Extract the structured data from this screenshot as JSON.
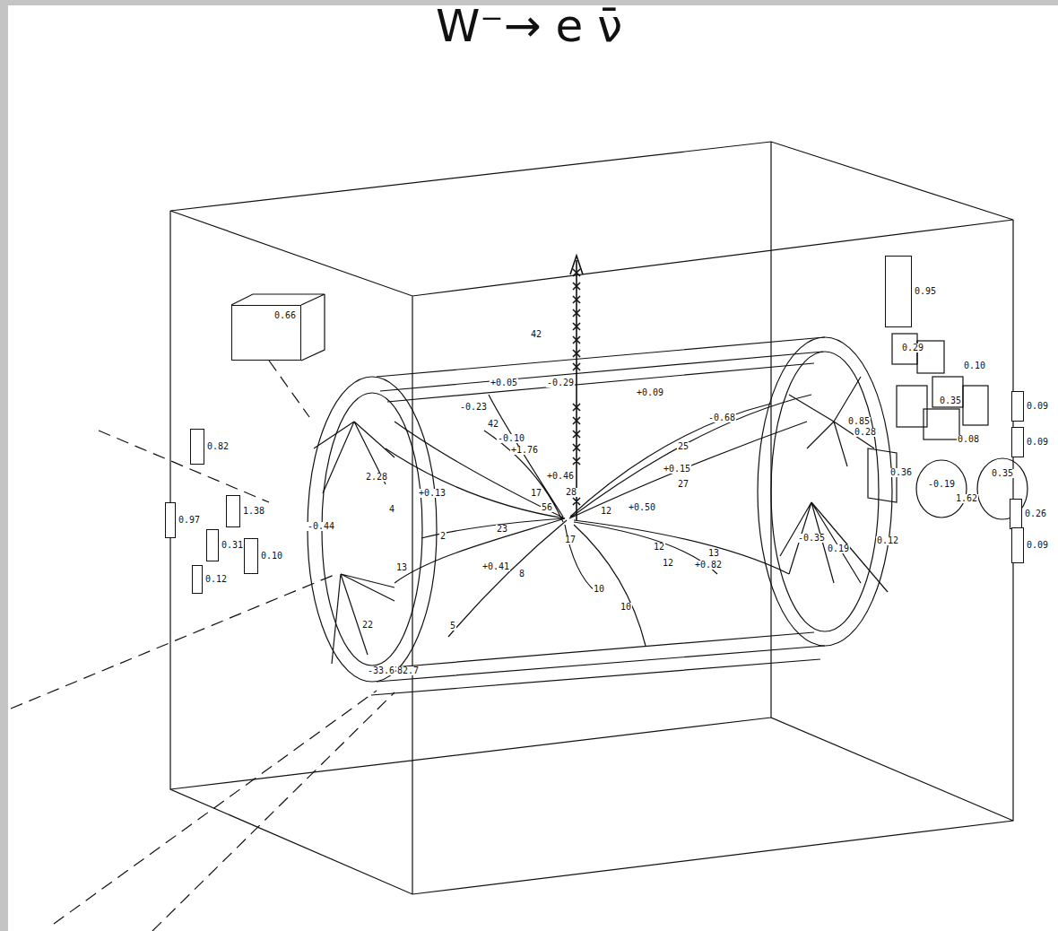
{
  "diagram": {
    "title": "W⁻→ e ν̄",
    "nodes": [
      {
        "text": [
          "0.66"
        ]
      },
      {
        "text": [
          "0.82"
        ]
      },
      {
        "text": [
          "0.97"
        ]
      },
      {
        "text": [
          "1.38"
        ]
      },
      {
        "text": [
          "0.31"
        ]
      },
      {
        "text": [
          "0.10"
        ]
      },
      {
        "text": [
          "0.12"
        ]
      },
      {
        "text": [
          "0.95"
        ]
      },
      {
        "text": [
          "0.09"
        ]
      },
      {
        "text": [
          "0.09"
        ]
      },
      {
        "text": [
          "0.26"
        ]
      },
      {
        "text": [
          "0.09"
        ]
      }
    ],
    "labels": [
      "42",
      "+0.05",
      "-0.29",
      "+0.09",
      "-0.23",
      "-0.68",
      "42",
      "-0.10",
      "+1.76",
      "25",
      "+0.15",
      "27",
      "+0.46",
      "17",
      "28",
      "56",
      "12",
      "+0.50",
      "17",
      "12",
      "12",
      "13",
      "+0.82",
      "10",
      "10",
      "+0.41",
      "8",
      "5",
      "23",
      "2",
      "4",
      "+0.13",
      "-0.44",
      "13",
      "22",
      "-33.6",
      "82.7",
      "2.28",
      "-0.35",
      "0.19",
      "0.12",
      "0.36",
      "0.85",
      "0.28",
      "0.29",
      "0.10",
      "0.35",
      "0.08",
      "-0.19",
      "1.62",
      "0.35"
    ]
  }
}
